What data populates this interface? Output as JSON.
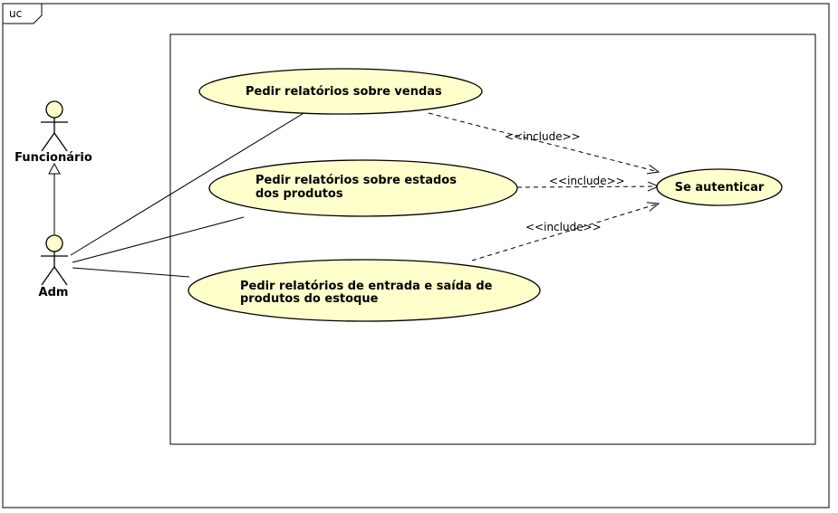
{
  "frame": {
    "tag": "uc"
  },
  "actors": {
    "funcionario": {
      "name": "Funcionário"
    },
    "adm": {
      "name": "Adm"
    }
  },
  "use_cases": {
    "vendas": {
      "line1": "Pedir relatórios sobre vendas",
      "line2": ""
    },
    "estados": {
      "line1": "Pedir relatórios sobre estados",
      "line2": "dos produtos"
    },
    "entrada": {
      "line1": "Pedir relatórios de entrada e saída de",
      "line2": "produtos do estoque"
    },
    "autenticar": {
      "line1": "Se autenticar"
    }
  },
  "relations": {
    "include_1": "<<include>>",
    "include_2": "<<include>>",
    "include_3": "<<include>>"
  },
  "colors": {
    "use_case_fill": "#ffffcc",
    "actor_head_fill": "#ffffcc",
    "stroke": "#000000"
  }
}
